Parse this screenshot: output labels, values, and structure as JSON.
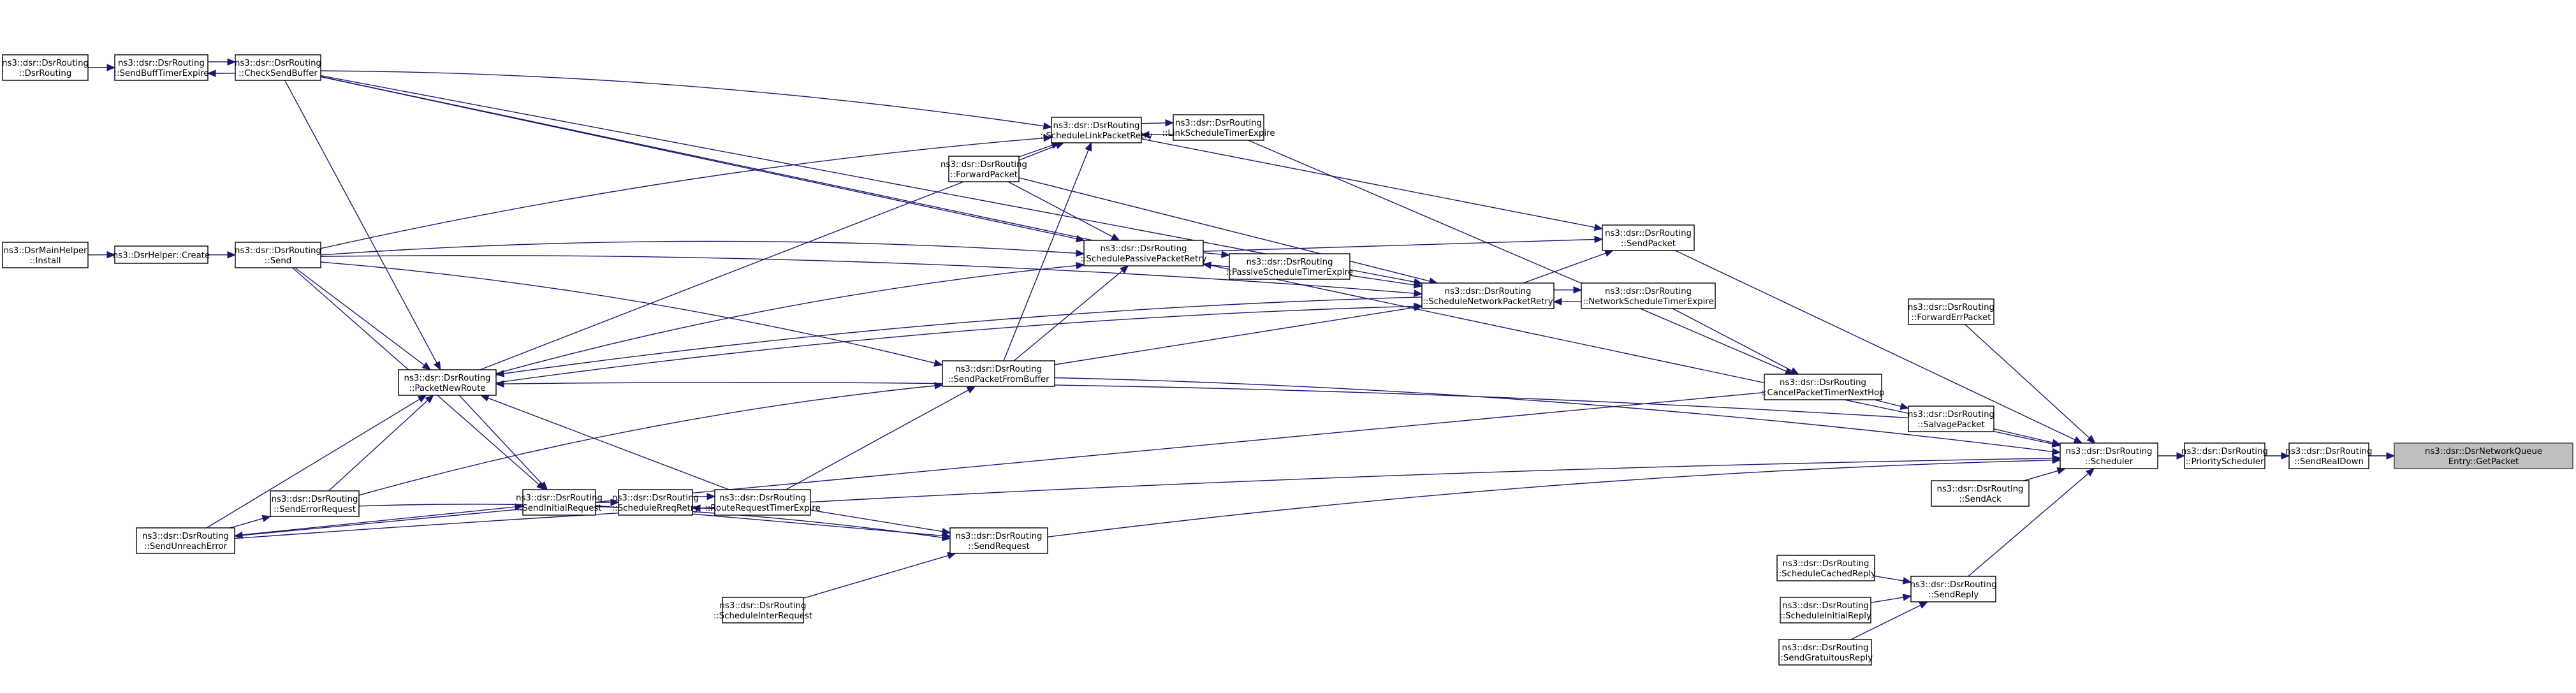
{
  "title": "Call graph: ns3::dsr::DsrNetworkQueueEntry::GetPacket",
  "colors": {
    "edge": "#191970",
    "node_border": "#000000",
    "highlight_fill": "#bfbfbf"
  },
  "nodes": [
    {
      "id": "dsrrouting_ctor",
      "lines": [
        "ns3::dsr::DsrRouting",
        "::DsrRouting"
      ]
    },
    {
      "id": "sendbufftimerexpire",
      "lines": [
        "ns3::dsr::DsrRouting",
        "::SendBuffTimerExpire"
      ]
    },
    {
      "id": "checksendbuffer",
      "lines": [
        "ns3::dsr::DsrRouting",
        "::CheckSendBuffer"
      ]
    },
    {
      "id": "mainhelper_install",
      "lines": [
        "ns3::DsrMainHelper",
        "::Install"
      ]
    },
    {
      "id": "dsrhelper_create",
      "lines": [
        "ns3::DsrHelper::Create"
      ]
    },
    {
      "id": "send",
      "lines": [
        "ns3::dsr::DsrRouting",
        "::Send"
      ]
    },
    {
      "id": "packetnewroute",
      "lines": [
        "ns3::dsr::DsrRouting",
        "::PacketNewRoute"
      ]
    },
    {
      "id": "senderrorrequest",
      "lines": [
        "ns3::dsr::DsrRouting",
        "::SendErrorRequest"
      ]
    },
    {
      "id": "sendunreacherror",
      "lines": [
        "ns3::dsr::DsrRouting",
        "::SendUnreachError"
      ]
    },
    {
      "id": "sendinitialrequest",
      "lines": [
        "ns3::dsr::DsrRouting",
        "::SendInitialRequest"
      ]
    },
    {
      "id": "schedulerreqretry",
      "lines": [
        "ns3::dsr::DsrRouting",
        "::ScheduleRreqRetry"
      ]
    },
    {
      "id": "routerequesttimerexpire",
      "lines": [
        "ns3::dsr::DsrRouting",
        "::RouteRequestTimerExpire"
      ]
    },
    {
      "id": "sendrequest",
      "lines": [
        "ns3::dsr::DsrRouting",
        "::SendRequest"
      ]
    },
    {
      "id": "scheduleinterrequest",
      "lines": [
        "ns3::dsr::DsrRouting",
        "::ScheduleInterRequest"
      ]
    },
    {
      "id": "sendpacketfrombuffer",
      "lines": [
        "ns3::dsr::DsrRouting",
        "::SendPacketFromBuffer"
      ]
    },
    {
      "id": "forwardpacket",
      "lines": [
        "ns3::dsr::DsrRouting",
        "::ForwardPacket"
      ]
    },
    {
      "id": "schedulelinkpacketretry",
      "lines": [
        "ns3::dsr::DsrRouting",
        "::ScheduleLinkPacketRetry"
      ]
    },
    {
      "id": "linkscheduletimerexpire",
      "lines": [
        "ns3::dsr::DsrRouting",
        "::LinkScheduleTimerExpire"
      ]
    },
    {
      "id": "schedulepassivepacketretry",
      "lines": [
        "ns3::dsr::DsrRouting",
        "::SchedulePassivePacketRetry"
      ]
    },
    {
      "id": "passivescheduletimerexpire",
      "lines": [
        "ns3::dsr::DsrRouting",
        "::PassiveScheduleTimerExpire"
      ]
    },
    {
      "id": "schedulenetworkpacketretry",
      "lines": [
        "ns3::dsr::DsrRouting",
        "::ScheduleNetworkPacketRetry"
      ]
    },
    {
      "id": "networkscheduletimerexpire",
      "lines": [
        "ns3::dsr::DsrRouting",
        "::NetworkScheduleTimerExpire"
      ]
    },
    {
      "id": "sendpacket",
      "lines": [
        "ns3::dsr::DsrRouting",
        "::SendPacket"
      ]
    },
    {
      "id": "cancelpackettimernexthop",
      "lines": [
        "ns3::dsr::DsrRouting",
        "::CancelPacketTimerNextHop"
      ]
    },
    {
      "id": "forwarderrpacket",
      "lines": [
        "ns3::dsr::DsrRouting",
        "::ForwardErrPacket"
      ]
    },
    {
      "id": "salvagepacket",
      "lines": [
        "ns3::dsr::DsrRouting",
        "::SalvagePacket"
      ]
    },
    {
      "id": "scheduler",
      "lines": [
        "ns3::dsr::DsrRouting",
        "::Scheduler"
      ]
    },
    {
      "id": "sendack",
      "lines": [
        "ns3::dsr::DsrRouting",
        "::SendAck"
      ]
    },
    {
      "id": "priorityscheduler",
      "lines": [
        "ns3::dsr::DsrRouting",
        "::PriorityScheduler"
      ]
    },
    {
      "id": "sendrealdown",
      "lines": [
        "ns3::dsr::DsrRouting",
        "::SendRealDown"
      ]
    },
    {
      "id": "getpacket",
      "lines": [
        "ns3::dsr::DsrNetworkQueue",
        "Entry::GetPacket"
      ],
      "highlight": true
    },
    {
      "id": "schedulecachedreply",
      "lines": [
        "ns3::dsr::DsrRouting",
        "::ScheduleCachedReply"
      ]
    },
    {
      "id": "sendreply",
      "lines": [
        "ns3::dsr::DsrRouting",
        "::SendReply"
      ]
    },
    {
      "id": "scheduleinitialreply",
      "lines": [
        "ns3::dsr::DsrRouting",
        "::ScheduleInitialReply"
      ]
    },
    {
      "id": "sendgratuitousreply",
      "lines": [
        "ns3::dsr::DsrRouting",
        "::SendGratuitousReply"
      ]
    }
  ],
  "edges": [
    [
      "dsrrouting_ctor",
      "sendbufftimerexpire"
    ],
    [
      "sendbufftimerexpire",
      "checksendbuffer"
    ],
    [
      "checksendbuffer",
      "sendbufftimerexpire"
    ],
    [
      "mainhelper_install",
      "dsrhelper_create"
    ],
    [
      "dsrhelper_create",
      "send"
    ],
    [
      "priorityscheduler",
      "sendrealdown"
    ],
    [
      "sendrealdown",
      "getpacket"
    ],
    [
      "scheduler",
      "priorityscheduler"
    ],
    [
      "checksendbuffer",
      "scheduler"
    ],
    [
      "checksendbuffer",
      "schedulelinkpacketretry"
    ],
    [
      "checksendbuffer",
      "schedulepassivepacketretry"
    ],
    [
      "checksendbuffer",
      "schedulenetworkpacketretry"
    ],
    [
      "checksendbuffer",
      "packetnewroute"
    ],
    [
      "send",
      "packetnewroute"
    ],
    [
      "send",
      "schedulelinkpacketretry"
    ],
    [
      "send",
      "schedulepassivepacketretry"
    ],
    [
      "send",
      "schedulenetworkpacketretry"
    ],
    [
      "send",
      "sendpacketfrombuffer"
    ],
    [
      "send",
      "sendinitialrequest"
    ],
    [
      "packetnewroute",
      "schedulelinkpacketretry"
    ],
    [
      "packetnewroute",
      "schedulepassivepacketretry"
    ],
    [
      "packetnewroute",
      "schedulenetworkpacketretry"
    ],
    [
      "packetnewroute",
      "sendinitialrequest"
    ],
    [
      "senderrorrequest",
      "packetnewroute"
    ],
    [
      "senderrorrequest",
      "sendpacketfrombuffer"
    ],
    [
      "senderrorrequest",
      "sendrequest"
    ],
    [
      "sendunreacherror",
      "packetnewroute"
    ],
    [
      "sendunreacherror",
      "senderrorrequest"
    ],
    [
      "sendunreacherror",
      "sendinitialrequest"
    ],
    [
      "sendunreacherror",
      "scheduler"
    ],
    [
      "sendinitialrequest",
      "schedulerreqretry"
    ],
    [
      "sendinitialrequest",
      "sendrequest"
    ],
    [
      "schedulerreqretry",
      "routerequesttimerexpire"
    ],
    [
      "routerequesttimerexpire",
      "schedulerreqretry"
    ],
    [
      "routerequesttimerexpire",
      "packetnewroute"
    ],
    [
      "routerequesttimerexpire",
      "sendpacketfrombuffer"
    ],
    [
      "routerequesttimerexpire",
      "sendrequest"
    ],
    [
      "scheduleinterrequest",
      "sendrequest"
    ],
    [
      "sendrequest",
      "scheduler"
    ],
    [
      "sendpacketfrombuffer",
      "schedulelinkpacketretry"
    ],
    [
      "sendpacketfrombuffer",
      "schedulepassivepacketretry"
    ],
    [
      "sendpacketfrombuffer",
      "schedulenetworkpacketretry"
    ],
    [
      "sendpacketfrombuffer",
      "scheduler"
    ],
    [
      "forwardpacket",
      "schedulelinkpacketretry"
    ],
    [
      "forwardpacket",
      "schedulepassivepacketretry"
    ],
    [
      "forwardpacket",
      "schedulenetworkpacketretry"
    ],
    [
      "schedulelinkpacketretry",
      "linkscheduletimerexpire"
    ],
    [
      "linkscheduletimerexpire",
      "schedulelinkpacketretry"
    ],
    [
      "linkscheduletimerexpire",
      "cancelpackettimernexthop"
    ],
    [
      "schedulelinkpacketretry",
      "sendpacket"
    ],
    [
      "schedulepassivepacketretry",
      "passivescheduletimerexpire"
    ],
    [
      "passivescheduletimerexpire",
      "schedulepassivepacketretry"
    ],
    [
      "passivescheduletimerexpire",
      "schedulenetworkpacketretry"
    ],
    [
      "schedulepassivepacketretry",
      "sendpacket"
    ],
    [
      "schedulenetworkpacketretry",
      "networkscheduletimerexpire"
    ],
    [
      "networkscheduletimerexpire",
      "schedulenetworkpacketretry"
    ],
    [
      "networkscheduletimerexpire",
      "cancelpackettimernexthop"
    ],
    [
      "schedulenetworkpacketretry",
      "sendpacket"
    ],
    [
      "schedulenetworkpacketretry",
      "packetnewroute"
    ],
    [
      "sendpacket",
      "scheduler"
    ],
    [
      "cancelpackettimernexthop",
      "salvagepacket"
    ],
    [
      "cancelpackettimernexthop",
      "sendunreacherror"
    ],
    [
      "salvagepacket",
      "packetnewroute"
    ],
    [
      "salvagepacket",
      "scheduler"
    ],
    [
      "forwarderrpacket",
      "scheduler"
    ],
    [
      "sendack",
      "scheduler"
    ],
    [
      "schedulecachedreply",
      "sendreply"
    ],
    [
      "scheduleinitialreply",
      "sendreply"
    ],
    [
      "sendgratuitousreply",
      "sendreply"
    ],
    [
      "sendreply",
      "scheduler"
    ]
  ]
}
